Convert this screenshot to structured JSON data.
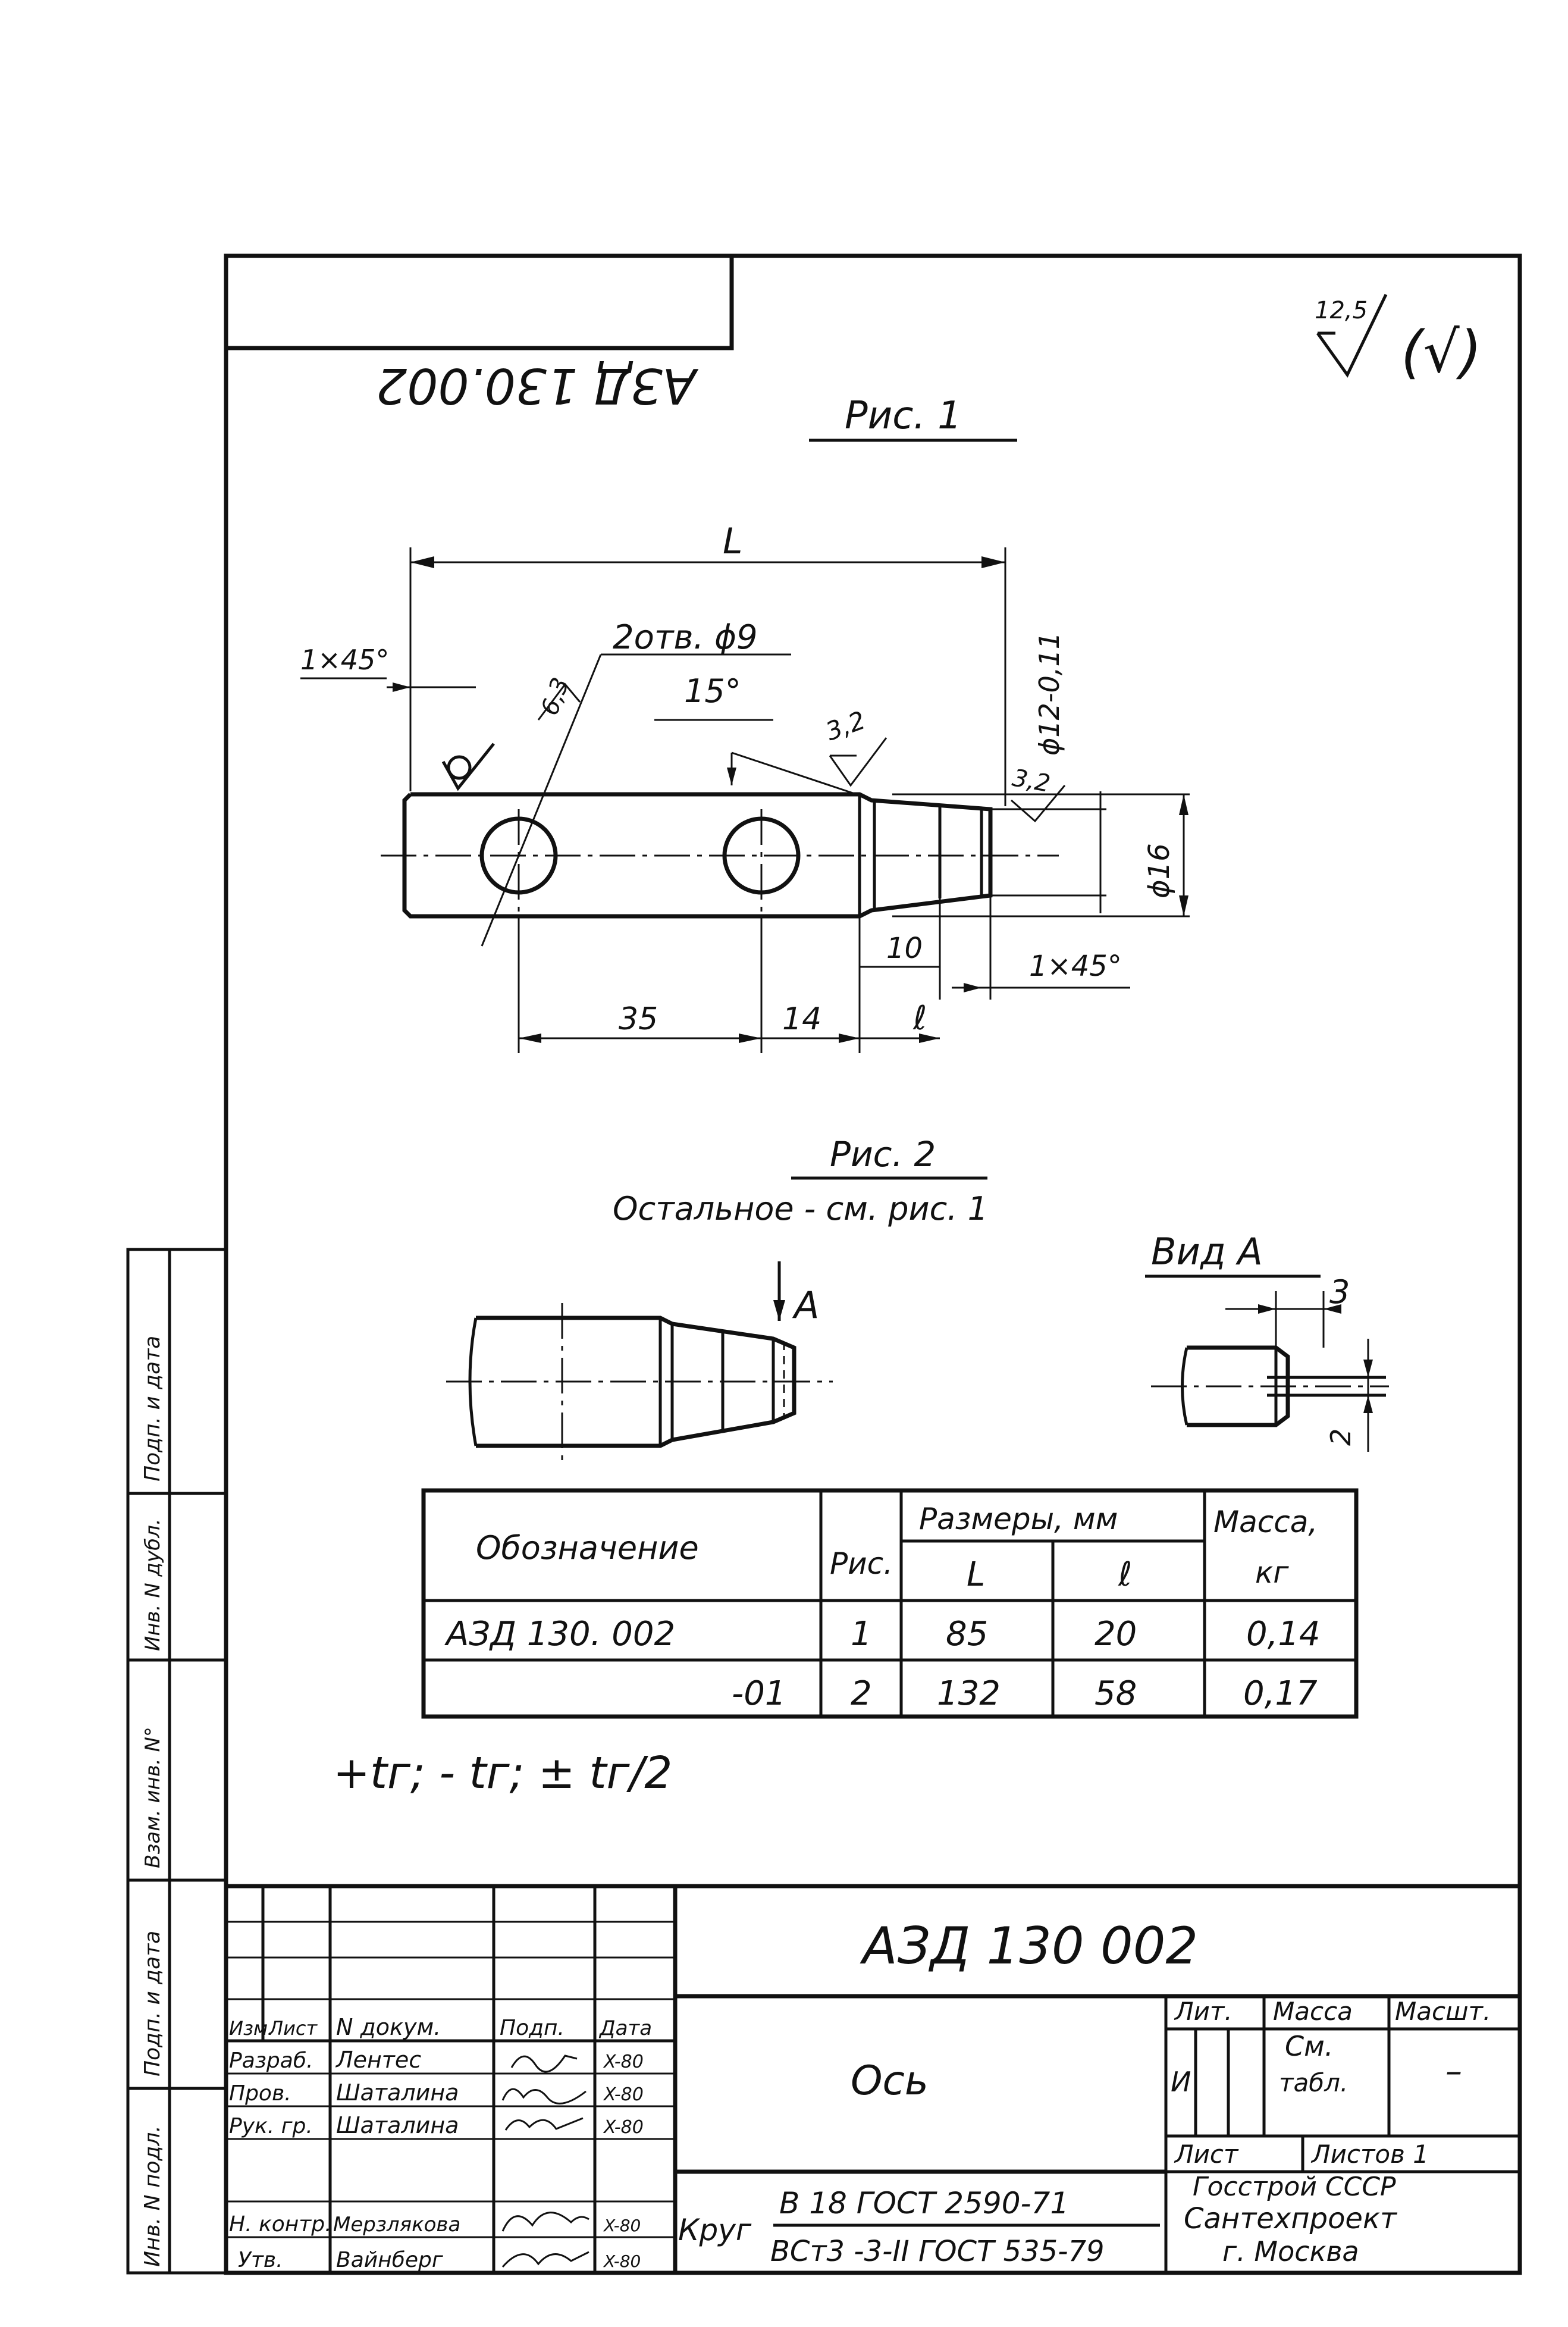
{
  "drawing": {
    "mirrored_code": "АЗД 130.002",
    "roughness_value": "12,5",
    "roughness_paren": "(√)",
    "fig1": {
      "title": "Рис. 1",
      "dim_L": "L",
      "chamfer_left": "1×45°",
      "holes_note": "2отв. ϕ9",
      "rough_63": "6,3",
      "angle": "15°",
      "rough_32_a": "3,2",
      "rough_32_b": "3,2",
      "dia_tol": "ϕ12-0,11",
      "dia_16": "ϕ16",
      "dim_10": "10",
      "chamfer_right": "1×45°",
      "dim_35": "35",
      "dim_14": "14",
      "dim_l": "ℓ"
    },
    "fig2": {
      "title": "Рис. 2",
      "subtitle": "Остальное - см. рис. 1",
      "section_mark": "A"
    },
    "view_a": {
      "title": "Вид А",
      "dim_3": "3",
      "dim_2": "2"
    },
    "tolerance_note": "+tг; - tг; ± tг/2"
  },
  "side_stamp": [
    "Подп. и дата",
    "Инв. N дубл.",
    "Взам. инв. N°",
    "Подп. и дата",
    "Инв. N подл."
  ],
  "table": {
    "h_designation": "Обозначение",
    "h_fig": "Рис.",
    "h_dims": "Размеры, мм",
    "h_L": "L",
    "h_l": "ℓ",
    "h_mass": "Масса,",
    "h_mass_unit": "кг",
    "rows": [
      {
        "designation": "АЗД 130. 002",
        "fig": "1",
        "L": "85",
        "l": "20",
        "mass": "0,14"
      },
      {
        "designation": "-01",
        "fig": "2",
        "L": "132",
        "l": "58",
        "mass": "0,17"
      }
    ]
  },
  "title_block": {
    "doc_code": "АЗД 130 002",
    "part_name": "Ось",
    "material_prefix": "Круг",
    "material_top": "В 18 ГОСТ 2590-71",
    "material_bottom": "ВСт3 -3-II ГОСТ 535-79",
    "h_lit": "Лит.",
    "h_mass": "Масса",
    "h_scale": "Масшт.",
    "lit_value": "И",
    "mass_value_1": "См.",
    "mass_value_2": "табл.",
    "scale_value": "–",
    "sheet_label": "Лист",
    "sheets_label": "Листов 1",
    "org_1": "Госстрой СССР",
    "org_2": "Сантехпроект",
    "org_3": "г. Москва",
    "col_izm": "Изм.",
    "col_list": "Лист",
    "col_doc": "N докум.",
    "col_sign": "Подп.",
    "col_date": "Дата",
    "people": [
      {
        "role": "Разраб.",
        "name": "Лентес",
        "date": "X-80"
      },
      {
        "role": "Пров.",
        "name": "Шаталина",
        "date": "X-80"
      },
      {
        "role": "Рук. гр.",
        "name": "Шаталина",
        "date": "X-80"
      },
      {
        "role": "Н. контр.",
        "name": "Мерзлякова",
        "date": "X-80"
      },
      {
        "role": "Утв.",
        "name": "Вайнберг",
        "date": "X-80"
      }
    ]
  }
}
